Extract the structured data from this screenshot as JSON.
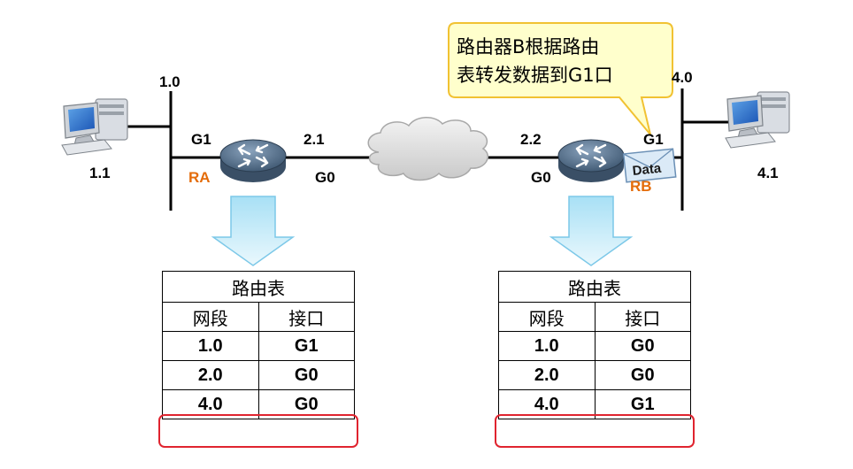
{
  "hosts": {
    "left": {
      "net_label": "1.0",
      "ip_label": "1.1"
    },
    "right": {
      "net_label": "4.0",
      "ip_label": "4.1"
    }
  },
  "router_a": {
    "name": "RA",
    "g1_label": "G1",
    "g0_label": "G0",
    "link_label": "2.1"
  },
  "router_b": {
    "name": "RB",
    "g1_label": "G1",
    "g0_label": "G0",
    "link_label": "2.2"
  },
  "envelope_label": "Data",
  "callout": {
    "line1": "路由器B根据路由",
    "line2": "表转发数据到G1口"
  },
  "table_a": {
    "title": "路由表",
    "headers": [
      "网段",
      "接口"
    ],
    "rows": [
      [
        "1.0",
        "G1"
      ],
      [
        "2.0",
        "G0"
      ],
      [
        "4.0",
        "G0"
      ]
    ],
    "highlight_row": 3
  },
  "table_b": {
    "title": "路由表",
    "headers": [
      "网段",
      "接口"
    ],
    "rows": [
      [
        "1.0",
        "G0"
      ],
      [
        "2.0",
        "G0"
      ],
      [
        "4.0",
        "G1"
      ]
    ],
    "highlight_row": 3
  },
  "colors": {
    "router_label": "#e46c0a",
    "highlight": "#e0242f",
    "callout_fill": "#ffffcc",
    "arrow": "#cfeefb"
  }
}
